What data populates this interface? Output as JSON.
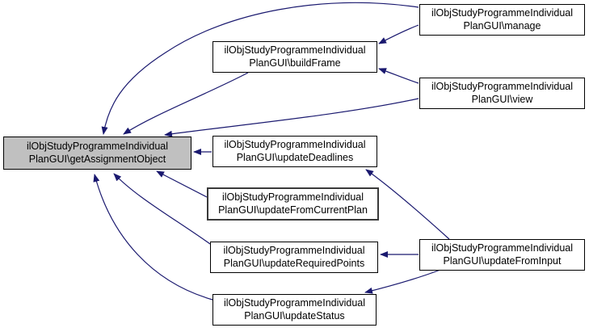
{
  "diagram": {
    "kind": "doxygen-caller-graph",
    "nodes": [
      {
        "id": "getAssignmentObject",
        "line1": "ilObjStudyProgrammeIndividual",
        "line2": "PlanGUI\\getAssignmentObject",
        "highlighted": true
      },
      {
        "id": "buildFrame",
        "line1": "ilObjStudyProgrammeIndividual",
        "line2": "PlanGUI\\buildFrame",
        "highlighted": false
      },
      {
        "id": "manage",
        "line1": "ilObjStudyProgrammeIndividual",
        "line2": "PlanGUI\\manage",
        "highlighted": false
      },
      {
        "id": "view",
        "line1": "ilObjStudyProgrammeIndividual",
        "line2": "PlanGUI\\view",
        "highlighted": false
      },
      {
        "id": "updateDeadlines",
        "line1": "ilObjStudyProgrammeIndividual",
        "line2": "PlanGUI\\updateDeadlines",
        "highlighted": false
      },
      {
        "id": "updateFromCurrentPlan",
        "line1": "ilObjStudyProgrammeIndividual",
        "line2": "PlanGUI\\updateFromCurrentPlan",
        "highlighted": false
      },
      {
        "id": "updateRequiredPoints",
        "line1": "ilObjStudyProgrammeIndividual",
        "line2": "PlanGUI\\updateRequiredPoints",
        "highlighted": false
      },
      {
        "id": "updateFromInput",
        "line1": "ilObjStudyProgrammeIndividual",
        "line2": "PlanGUI\\updateFromInput",
        "highlighted": false
      },
      {
        "id": "updateStatus",
        "line1": "ilObjStudyProgrammeIndividual",
        "line2": "PlanGUI\\updateStatus",
        "highlighted": false
      }
    ],
    "edges": [
      {
        "from": "manage",
        "to": "getAssignmentObject"
      },
      {
        "from": "manage",
        "to": "buildFrame"
      },
      {
        "from": "view",
        "to": "buildFrame"
      },
      {
        "from": "view",
        "to": "getAssignmentObject"
      },
      {
        "from": "buildFrame",
        "to": "getAssignmentObject"
      },
      {
        "from": "updateDeadlines",
        "to": "getAssignmentObject"
      },
      {
        "from": "updateFromCurrentPlan",
        "to": "getAssignmentObject"
      },
      {
        "from": "updateRequiredPoints",
        "to": "getAssignmentObject"
      },
      {
        "from": "updateStatus",
        "to": "getAssignmentObject"
      },
      {
        "from": "updateFromInput",
        "to": "updateDeadlines"
      },
      {
        "from": "updateFromInput",
        "to": "updateRequiredPoints"
      },
      {
        "from": "updateFromInput",
        "to": "updateStatus"
      }
    ],
    "colors": {
      "edge": "#1a196f",
      "node_fill": "#ffffff",
      "highlight_fill": "#c0c0c0",
      "node_border": "#000000",
      "emphasis_border": "#3a3a3a",
      "text": "#000000"
    }
  }
}
